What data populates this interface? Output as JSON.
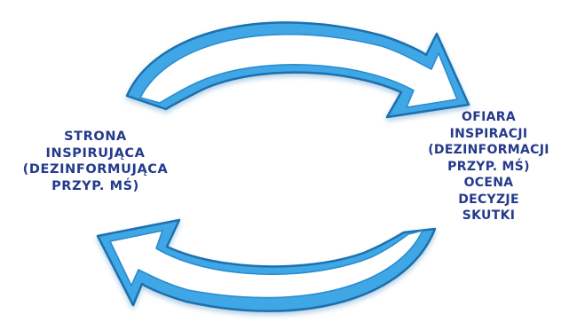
{
  "diagram": {
    "left_node": {
      "lines": [
        "STRONA",
        "INSPIRUJĄCA",
        "(DEZINFORMUJĄCA",
        "PRZYP. MŚ)"
      ]
    },
    "right_node": {
      "lines": [
        "OFIARA",
        "INSPIRACJI",
        "(DEZINFORMACJI",
        "PRZYP. MŚ)",
        "OCENA",
        "DECYZJE",
        "SKUTKI"
      ]
    },
    "colors": {
      "arrow_fill": "#41a7e6",
      "arrow_inner": "#ffffff",
      "arrow_shadow": "#1f6fb0",
      "text": "#243a8c"
    },
    "icons": [
      "curved-arrow-right-icon",
      "curved-arrow-left-icon"
    ]
  }
}
